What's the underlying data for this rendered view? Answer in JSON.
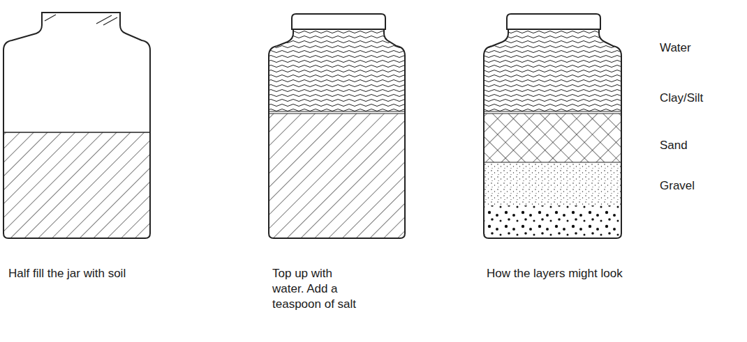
{
  "diagram": {
    "labels": [
      "Half fill the jar with soil",
      "Top up with water. Add a teaspoon of salt",
      "How the layers might look",
      "Water",
      "Clay/Silt",
      "Sand",
      "Gravel"
    ]
  }
}
